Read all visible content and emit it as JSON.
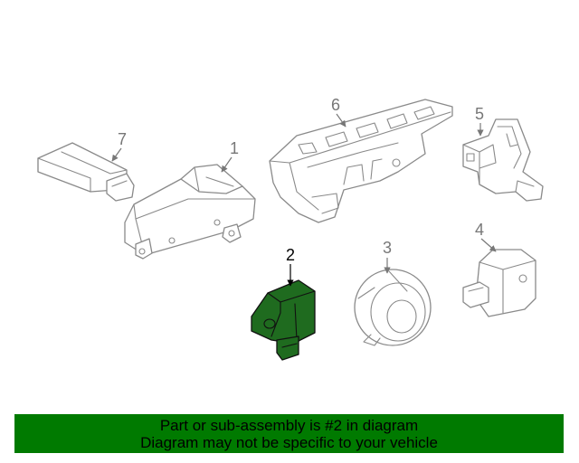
{
  "diagram": {
    "highlight_color": "#1f6b1f",
    "parts": [
      {
        "id": "part-1",
        "label": "1"
      },
      {
        "id": "part-2",
        "label": "2",
        "highlighted": true
      },
      {
        "id": "part-3",
        "label": "3"
      },
      {
        "id": "part-4",
        "label": "4"
      },
      {
        "id": "part-5",
        "label": "5"
      },
      {
        "id": "part-6",
        "label": "6"
      },
      {
        "id": "part-7",
        "label": "7"
      }
    ]
  },
  "banner": {
    "background": "#007a00",
    "line1": "Part or sub-assembly is #2 in diagram",
    "line2": "Diagram may not be specific to your vehicle"
  }
}
